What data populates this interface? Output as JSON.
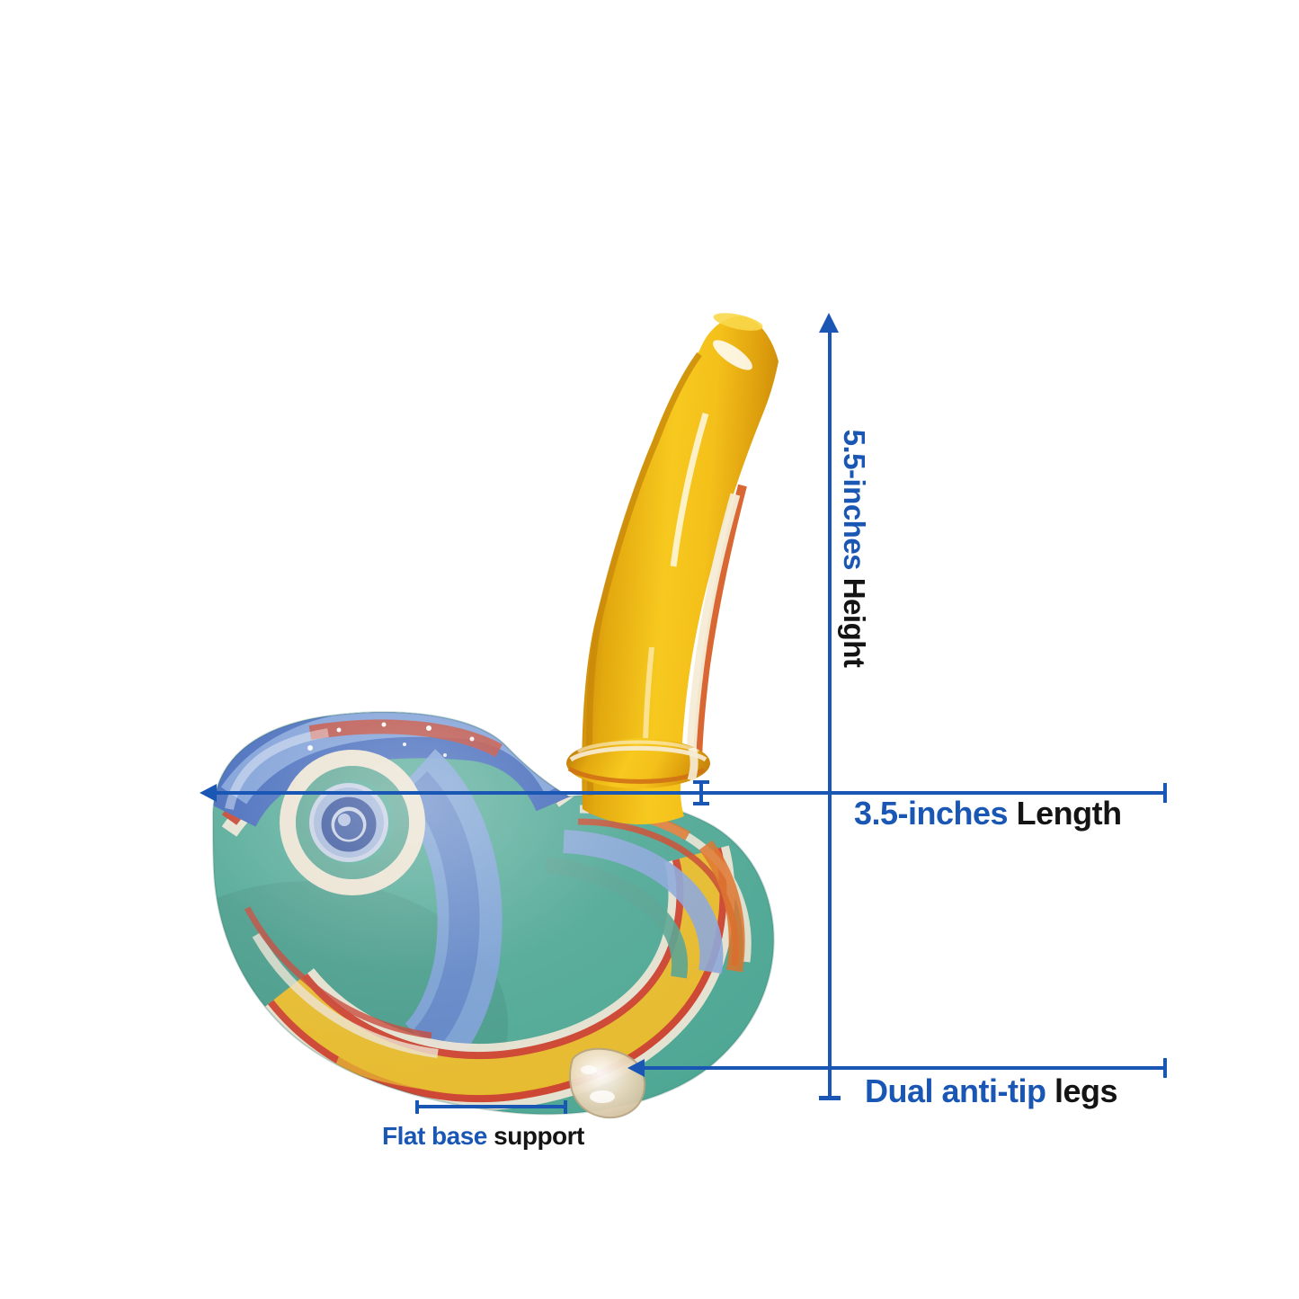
{
  "annotations": {
    "height": {
      "measure": "5.5-inches",
      "suffix": " Height"
    },
    "length": {
      "measure": "3.5-inches",
      "suffix": " Length"
    },
    "anti_tip": {
      "measure": "Dual anti-tip",
      "suffix": " legs"
    },
    "flat_base": {
      "measure": "Flat base",
      "suffix": " support"
    }
  },
  "image": {
    "photo_description": "Multicolor wig-wag sherlock glass pipe with curved yellow stem, swirled teal/blue/red bowl and clear anti-tip foot"
  },
  "colors": {
    "background": "#ffffff",
    "annotation_blue": "#1a57b4",
    "label_black": "#141414",
    "stem_yellow": "#f3bc15",
    "bowl_teal": "#4ea794",
    "swirl_blue": "#3b63b8",
    "swirl_light_blue": "#7d9ed8",
    "swirl_red": "#c23c28",
    "swirl_cream": "#ece4d3",
    "swirl_yellow": "#e6ba2c",
    "swirl_orange": "#dc7026",
    "foot_clear_glass": "#dbcbab"
  }
}
